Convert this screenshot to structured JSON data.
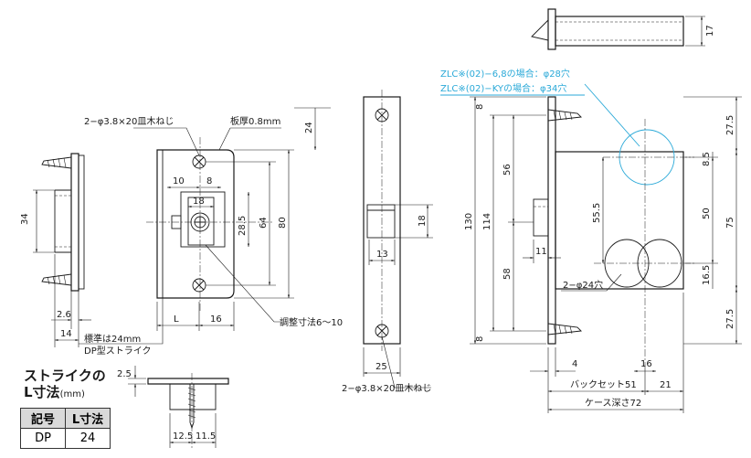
{
  "strike_labels": {
    "screw": "2−φ3.8×20皿木ねじ",
    "plate_thickness": "板厚0.8mm",
    "adjust": "調整寸法6〜10",
    "standard_line1": "標準は24mm",
    "standard_line2": "DP型ストライク"
  },
  "strike_dims": [
    "10",
    "8",
    "18",
    "28.5",
    "64",
    "80",
    "24",
    "L",
    "16",
    "34",
    "2.6",
    "14"
  ],
  "side_dims": [
    "2.5",
    "12.5",
    "11.5"
  ],
  "front_dims": [
    "18",
    "13",
    "25"
  ],
  "front_screw": "2−φ3.8×20皿木ねじ",
  "body_dims": [
    "8",
    "56",
    "114",
    "130",
    "58",
    "8",
    "11",
    "55.5",
    "27.5",
    "8.5",
    "50",
    "75",
    "16.5",
    "27.5",
    "4",
    "16",
    "21",
    "17"
  ],
  "body_labels": {
    "holes24": "2−φ24穴",
    "backset": "バックセット51",
    "case_depth": "ケース深さ72"
  },
  "notes": {
    "line1": "ZLC※(02)−6,8の場合：φ28穴",
    "line2": "ZLC※(02)−KYの場合：φ34穴"
  },
  "table": {
    "title": "ストライクの",
    "title2": "L寸法",
    "unit": "(mm)",
    "headers": [
      "記号",
      "L寸法"
    ],
    "rows": [
      [
        "DP",
        "24"
      ]
    ]
  },
  "colors": {
    "line": "#1a1a1a",
    "note": "#2aa9d8"
  }
}
